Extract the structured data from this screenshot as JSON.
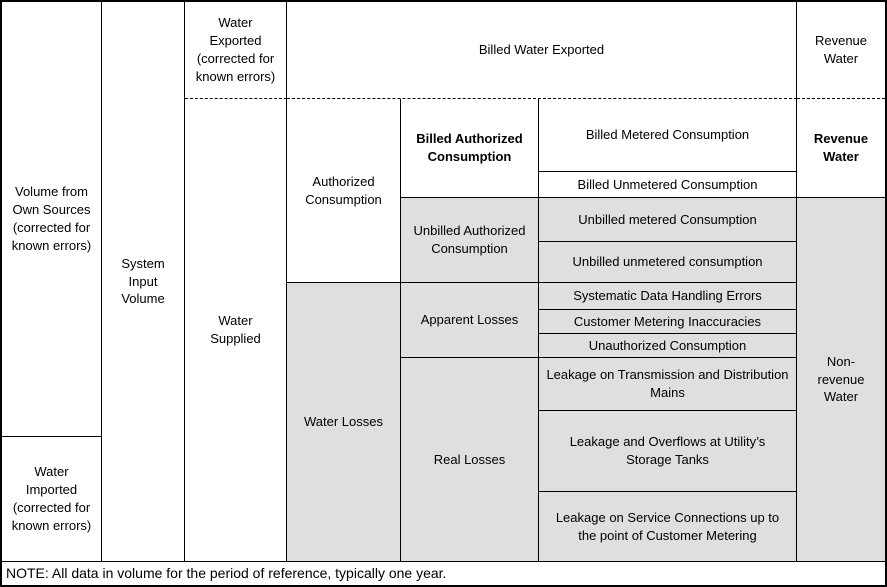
{
  "cells": {
    "volume_own_sources": "Volume from Own Sources (corrected for known errors)",
    "water_imported": "Water Imported (corrected for known errors)",
    "system_input_volume": "System Input Volume",
    "water_exported": "Water Exported (corrected for known errors)",
    "water_supplied": "Water Supplied",
    "billed_water_exported": "Billed Water Exported",
    "revenue_water_top": "Revenue Water",
    "authorized_consumption": "Authorized Consumption",
    "water_losses": "Water Losses",
    "billed_authorized_consumption": "Billed Authorized Consumption",
    "unbilled_authorized_consumption": "Unbilled Authorized Consumption",
    "apparent_losses": "Apparent Losses",
    "real_losses": "Real Losses",
    "billed_metered_consumption": "Billed Metered Consumption",
    "billed_unmetered_consumption": "Billed Unmetered Consumption",
    "unbilled_metered_consumption": "Unbilled metered Consumption",
    "unbilled_unmetered_consumption": "Unbilled unmetered consumption",
    "systematic_data_handling_errors": "Systematic Data Handling Errors",
    "customer_metering_inaccuracies": "Customer Metering Inaccuracies",
    "unauthorized_consumption": "Unauthorized Consumption",
    "leakage_transmission_mains": "Leakage on Transmission and Distribution Mains",
    "leakage_storage_tanks": "Leakage and Overflows at Utility’s Storage Tanks",
    "leakage_service_connections": "Leakage on Service Connections up to the point of Customer Metering",
    "revenue_water_main": "Revenue Water",
    "non_revenue_water": "Non-revenue Water"
  },
  "note": "NOTE: All data in volume for the period of reference, typically one year.",
  "colors": {
    "shaded": "#dfdfdf",
    "border": "#000000",
    "background": "#ffffff"
  }
}
